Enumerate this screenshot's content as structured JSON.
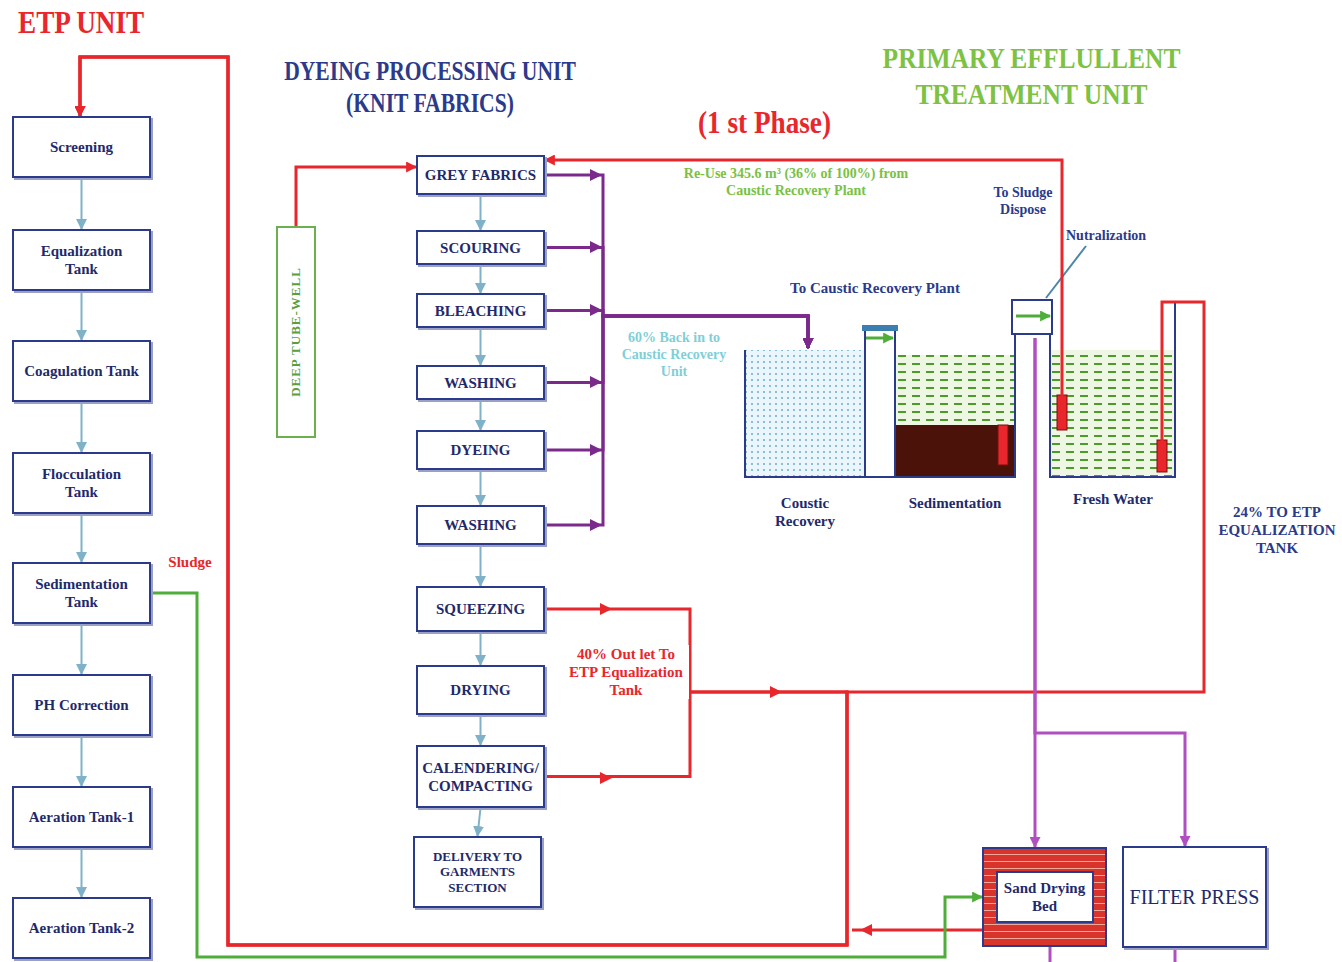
{
  "diagram": {
    "nodes": [
      {
        "text": [
          "Screening"
        ]
      },
      {
        "text": [
          "Equalization Tank"
        ]
      },
      {
        "text": [
          "Coagulation Tank"
        ]
      },
      {
        "text": [
          "Flocculation Tank"
        ]
      },
      {
        "text": [
          "Sedimentation Tank"
        ]
      },
      {
        "text": [
          "PH Correction"
        ]
      },
      {
        "text": [
          "Aeration Tank-1"
        ]
      },
      {
        "text": [
          "Aeration Tank-2"
        ]
      },
      {
        "text": [
          "DEEP TUBE-WELL"
        ]
      },
      {
        "text": [
          "GREY FABRICS"
        ]
      },
      {
        "text": [
          "SCOURING"
        ]
      },
      {
        "text": [
          "BLEACHING"
        ]
      },
      {
        "text": [
          "WASHING"
        ]
      },
      {
        "text": [
          "DYEING"
        ]
      },
      {
        "text": [
          "WASHING"
        ]
      },
      {
        "text": [
          "SQUEEZING"
        ]
      },
      {
        "text": [
          "DRYING"
        ]
      },
      {
        "text": [
          "CALENDERING/ COMPACTING"
        ]
      },
      {
        "text": [
          "DELIVERY TO GARMENTS SECTION"
        ]
      },
      {
        "text": [
          "Coustic Recovery"
        ]
      },
      {
        "text": [
          "Sedimentation"
        ]
      },
      {
        "text": [
          "Fresh Water"
        ]
      },
      {
        "text": [
          "Sand Drying Bed"
        ]
      },
      {
        "text": [
          "FILTER PRESS"
        ]
      }
    ],
    "edges": [
      {
        "from": 0,
        "to": 1,
        "arrow": "to"
      },
      {
        "from": 1,
        "to": 2,
        "arrow": "to"
      },
      {
        "from": 2,
        "to": 3,
        "arrow": "to"
      },
      {
        "from": 3,
        "to": 4,
        "arrow": "to"
      },
      {
        "from": 4,
        "to": 5,
        "arrow": "to"
      },
      {
        "from": 5,
        "to": 6,
        "arrow": "to"
      },
      {
        "from": 6,
        "to": 7,
        "arrow": "to"
      },
      {
        "from": 8,
        "to": 9,
        "arrow": "to"
      },
      {
        "from": 9,
        "to": 10,
        "arrow": "to"
      },
      {
        "from": 10,
        "to": 11,
        "arrow": "to"
      },
      {
        "from": 11,
        "to": 12,
        "arrow": "to"
      },
      {
        "from": 12,
        "to": 13,
        "arrow": "to"
      },
      {
        "from": 13,
        "to": 14,
        "arrow": "to"
      },
      {
        "from": 14,
        "to": 15,
        "arrow": "to"
      },
      {
        "from": 15,
        "to": 16,
        "arrow": "to"
      },
      {
        "from": 16,
        "to": 17,
        "arrow": "to"
      },
      {
        "from": 17,
        "to": 18,
        "arrow": "to"
      },
      {
        "from": 9,
        "to": 19,
        "arrow": "to"
      },
      {
        "from": 10,
        "to": 19,
        "arrow": "to"
      },
      {
        "from": 11,
        "to": 19,
        "arrow": "to",
        "label": "To Caustic Recovery Plant"
      },
      {
        "from": 12,
        "to": 19,
        "arrow": "to"
      },
      {
        "from": 13,
        "to": 19,
        "arrow": "to"
      },
      {
        "from": 14,
        "to": 19,
        "arrow": "to"
      },
      {
        "from": 19,
        "to": 20,
        "arrow": "to"
      },
      {
        "from": 20,
        "to": 21,
        "arrow": "to"
      },
      {
        "from": 21,
        "to": 9,
        "arrow": "to",
        "label": "Re-Use 345.6 m³ (36% of 100%) from Caustic Recovery Plant"
      },
      {
        "from": 15,
        "to": 0,
        "arrow": "to",
        "label": "40% Out let To ETP Equalization Tank"
      },
      {
        "from": 17,
        "to": 0,
        "arrow": "to"
      },
      {
        "from": 21,
        "to": 0,
        "arrow": "to",
        "label": "24% TO ETP EQUALIZATION TANK"
      },
      {
        "from": 20,
        "to": 22,
        "arrow": "to"
      },
      {
        "from": 20,
        "to": 23,
        "arrow": "to"
      },
      {
        "from": 4,
        "to": 22,
        "arrow": "to",
        "label": "Sludge"
      }
    ],
    "labels": [
      "ETP UNIT",
      "DYEING PROCESSING UNIT (KNIT FABRICS)",
      "PRIMARY EFFLULLENT TREATMENT UNIT",
      "(1 st Phase)",
      "60% Back in to Caustic Recovery Unit",
      "To Sludge Dispose",
      "Nutralization"
    ]
  }
}
